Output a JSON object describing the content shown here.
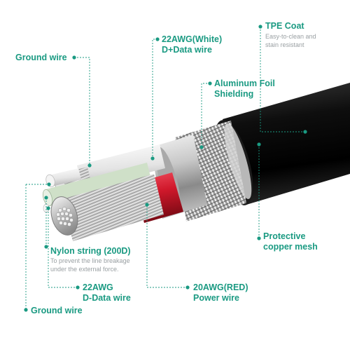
{
  "accent_color": "#1a9a82",
  "labels": {
    "ground_wire_top": "Ground wire",
    "white_wire_line1": "22AWG(White)",
    "white_wire_line2": "D+Data wire",
    "tpe_title": "TPE Coat",
    "tpe_desc_line1": "Easy-to-clean and",
    "tpe_desc_line2": "stain resistant",
    "foil_line1": "Aluminum Foil",
    "foil_line2": "Shielding",
    "mesh_line1": "Protective",
    "mesh_line2": "copper mesh",
    "nylon_title": "Nylon string (200D)",
    "nylon_desc_line1": "To prevent the line breakage",
    "nylon_desc_line2": "under the external force.",
    "ddata_line1": "22AWG",
    "ddata_line2": "D-Data wire",
    "red_line1": "20AWG(RED)",
    "red_line2": "Power wire",
    "ground_wire_bottom": "Ground wire"
  }
}
